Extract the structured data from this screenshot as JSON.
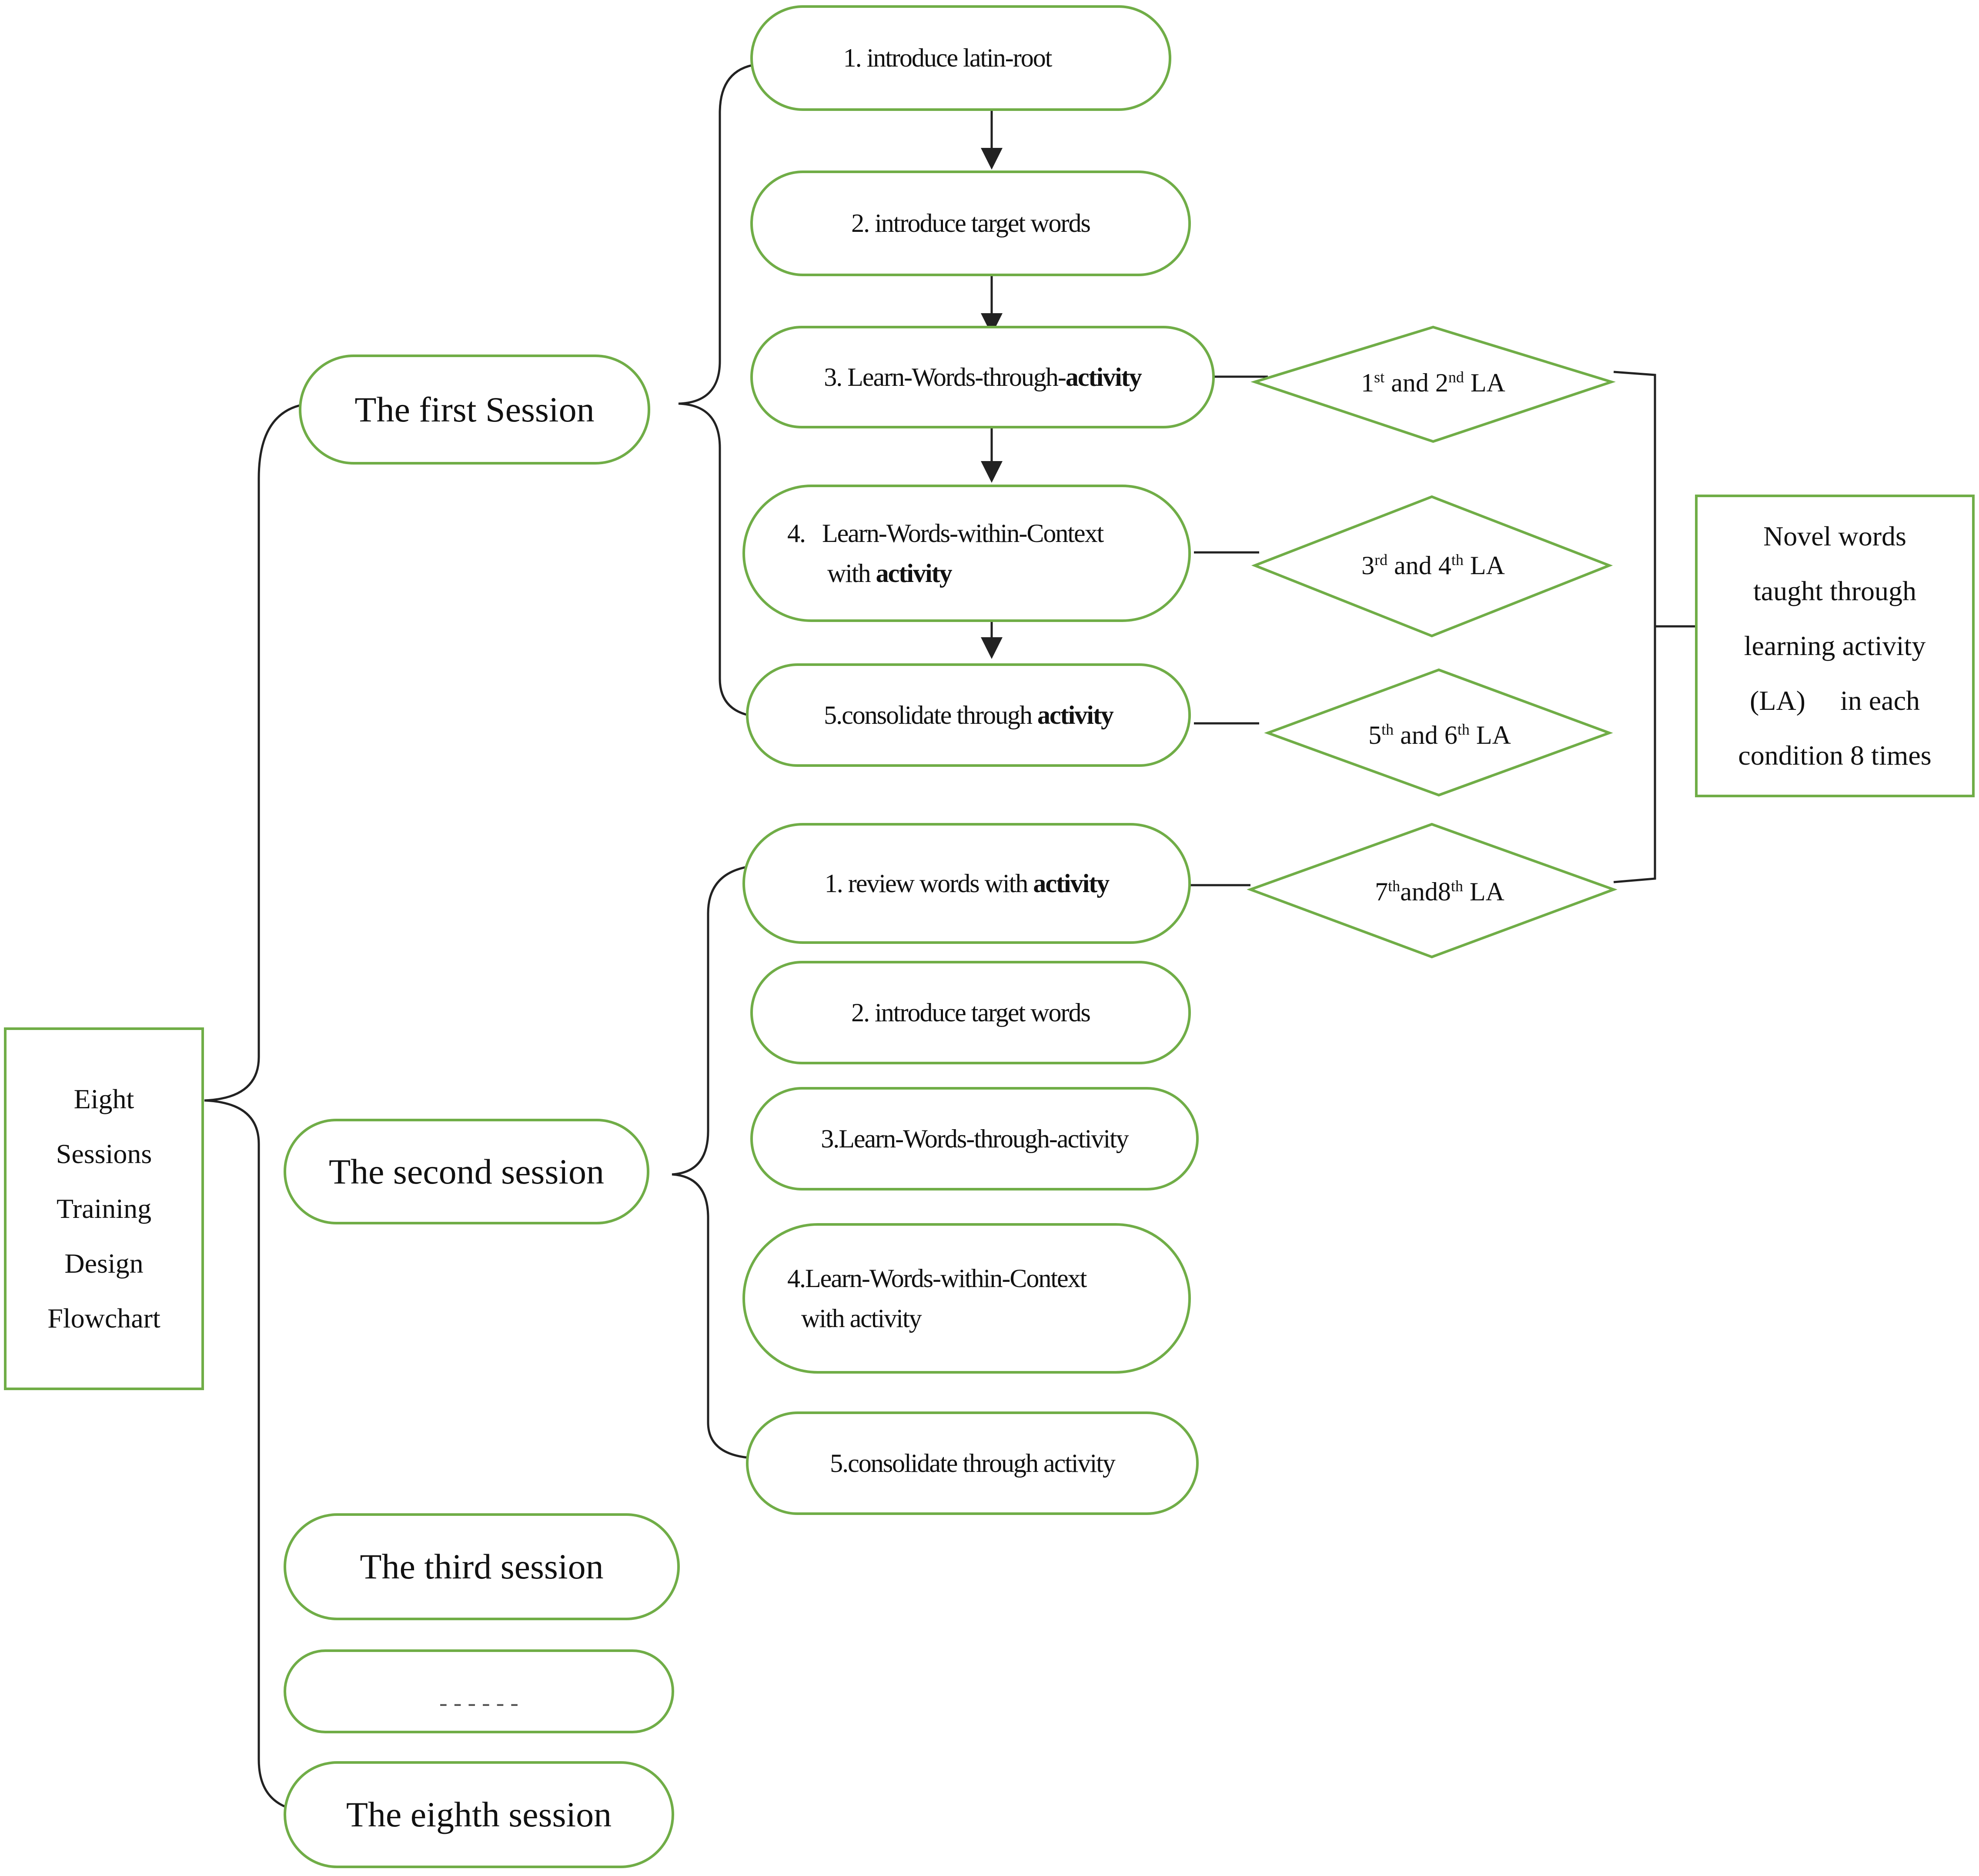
{
  "root": {
    "lines": [
      "Eight",
      "Sessions",
      "Training",
      "Design",
      "Flowchart"
    ]
  },
  "sessions": [
    {
      "label": "The first Session"
    },
    {
      "label": "The second session"
    },
    {
      "label": "The third session"
    },
    {
      "label": "- - - - - -"
    },
    {
      "label": "The eighth session"
    }
  ],
  "session1_steps": [
    {
      "pre": "1. introduce latin-root",
      "bold": "",
      "line2_pre": "",
      "line2_bold": ""
    },
    {
      "pre": "2. introduce target words",
      "bold": "",
      "line2_pre": "",
      "line2_bold": ""
    },
    {
      "pre": "3. Learn-Words-through-",
      "bold": "activity",
      "line2_pre": "",
      "line2_bold": ""
    },
    {
      "pre": "4.   Learn-Words-within-Context",
      "bold": "",
      "line2_pre": "with ",
      "line2_bold": "activity"
    },
    {
      "pre": "5.consolidate through ",
      "bold": "activity",
      "line2_pre": "",
      "line2_bold": ""
    }
  ],
  "session2_steps": [
    {
      "pre": "1. review words with ",
      "bold": "activity",
      "line2_pre": "",
      "line2_bold": ""
    },
    {
      "pre": "2. introduce target words",
      "bold": "",
      "line2_pre": "",
      "line2_bold": ""
    },
    {
      "pre": "3.Learn-Words-through-activity",
      "bold": "",
      "line2_pre": "",
      "line2_bold": ""
    },
    {
      "pre": "4.Learn-Words-within-Context",
      "bold": "",
      "line2_pre": "with activity",
      "line2_bold": ""
    },
    {
      "pre": "5.consolidate through activity",
      "bold": "",
      "line2_pre": "",
      "line2_bold": ""
    }
  ],
  "learning_activities": [
    {
      "a": "1",
      "a_sup": "st",
      "mid": " and ",
      "b": "2",
      "b_sup": "nd",
      "tail": " LA"
    },
    {
      "a": "3",
      "a_sup": "rd",
      "mid": " and ",
      "b": "4",
      "b_sup": "th",
      "tail": " LA"
    },
    {
      "a": "5",
      "a_sup": "th",
      "mid": " and ",
      "b": "6",
      "b_sup": "th",
      "tail": " LA"
    },
    {
      "a": "7",
      "a_sup": "th",
      "mid": "and",
      "b": "8",
      "b_sup": "th",
      "tail": " LA"
    }
  ],
  "summary": {
    "lines": [
      "Novel words",
      "taught through",
      "learning activity",
      "(LA)     in each",
      "condition 8 times"
    ]
  },
  "colors": {
    "border": "#70ad47",
    "line": "#222222",
    "text": "#111111"
  }
}
